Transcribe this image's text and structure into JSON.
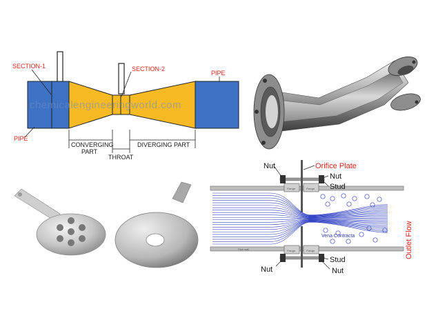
{
  "venturi": {
    "section1": "SECTION-1",
    "section2": "SECTION-2",
    "pipe_left": "PIPE",
    "pipe_right": "PIPE",
    "converging_line1": "CONVERGING",
    "converging_line2": "PART",
    "throat": "THROAT",
    "diverging": "DIVERGING PART",
    "watermark": "chemicalengineeringworld.com",
    "colors": {
      "pipe": "#3d72c4",
      "section": "#f7b924",
      "label": "#d9261c"
    }
  },
  "orifice_diagram": {
    "top_right_label": "Orifice Plate",
    "nut_top_left": "Nut",
    "nut_top_right": "Nut",
    "stud_top": "Stud",
    "vena_contracta": "Vena Contracta",
    "outlet_flow": "Outlet Flow",
    "stud_bottom": "Stud",
    "nut_bottom_left": "Nut",
    "nut_bottom_right": "Nut",
    "flange_top_left": "Flange",
    "flange_top_right": "Flange",
    "flange_bot_left": "Flange",
    "flange_bot_right": "Flange",
    "pipe_wall": "Pipe wall",
    "colors": {
      "flow_lines": "#3646c4",
      "red_label": "#d9261c"
    }
  }
}
